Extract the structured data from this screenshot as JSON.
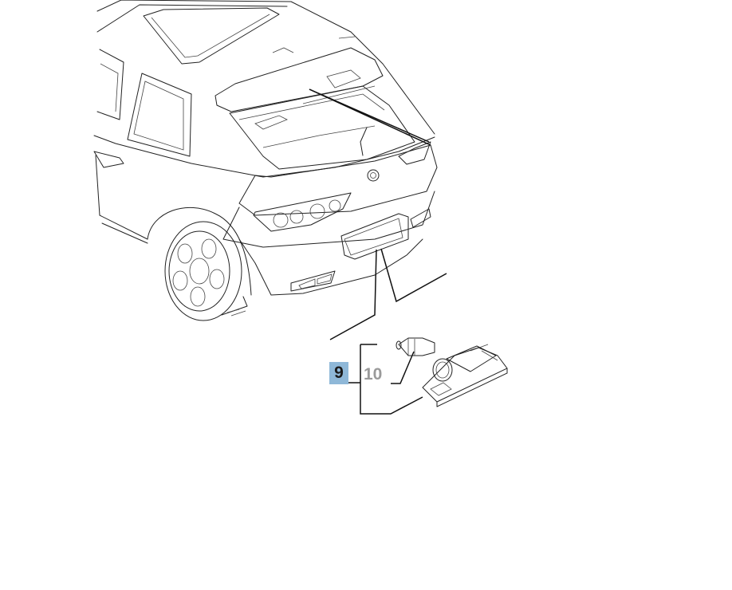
{
  "callouts": {
    "item_9": "9",
    "item_10": "10"
  },
  "colors": {
    "highlight": "#8fb8d8",
    "muted": "#9a9a9a",
    "line": "#222222"
  },
  "icons": [
    "car-rear-illustration",
    "bulb-icon",
    "plate-light-housing-icon"
  ]
}
